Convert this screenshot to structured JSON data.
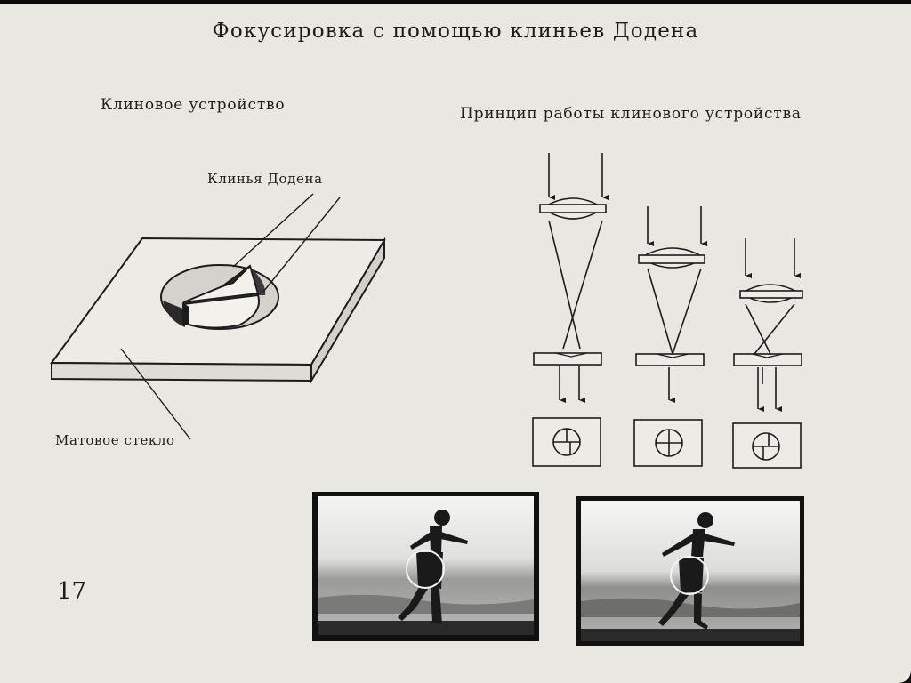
{
  "slide": {
    "title": "Фокусировка с помощью клиньев Додена",
    "left_heading": "Клиновое устройство",
    "right_heading": "Принцип работы клинового устройства",
    "label_wedges": "Клинья Додена",
    "label_ground_glass": "Матовое стекло",
    "page_number": "17"
  },
  "colors": {
    "paper": "#e9e7e2",
    "ink": "#1c1c1c",
    "frame": "#0b0b0b"
  }
}
